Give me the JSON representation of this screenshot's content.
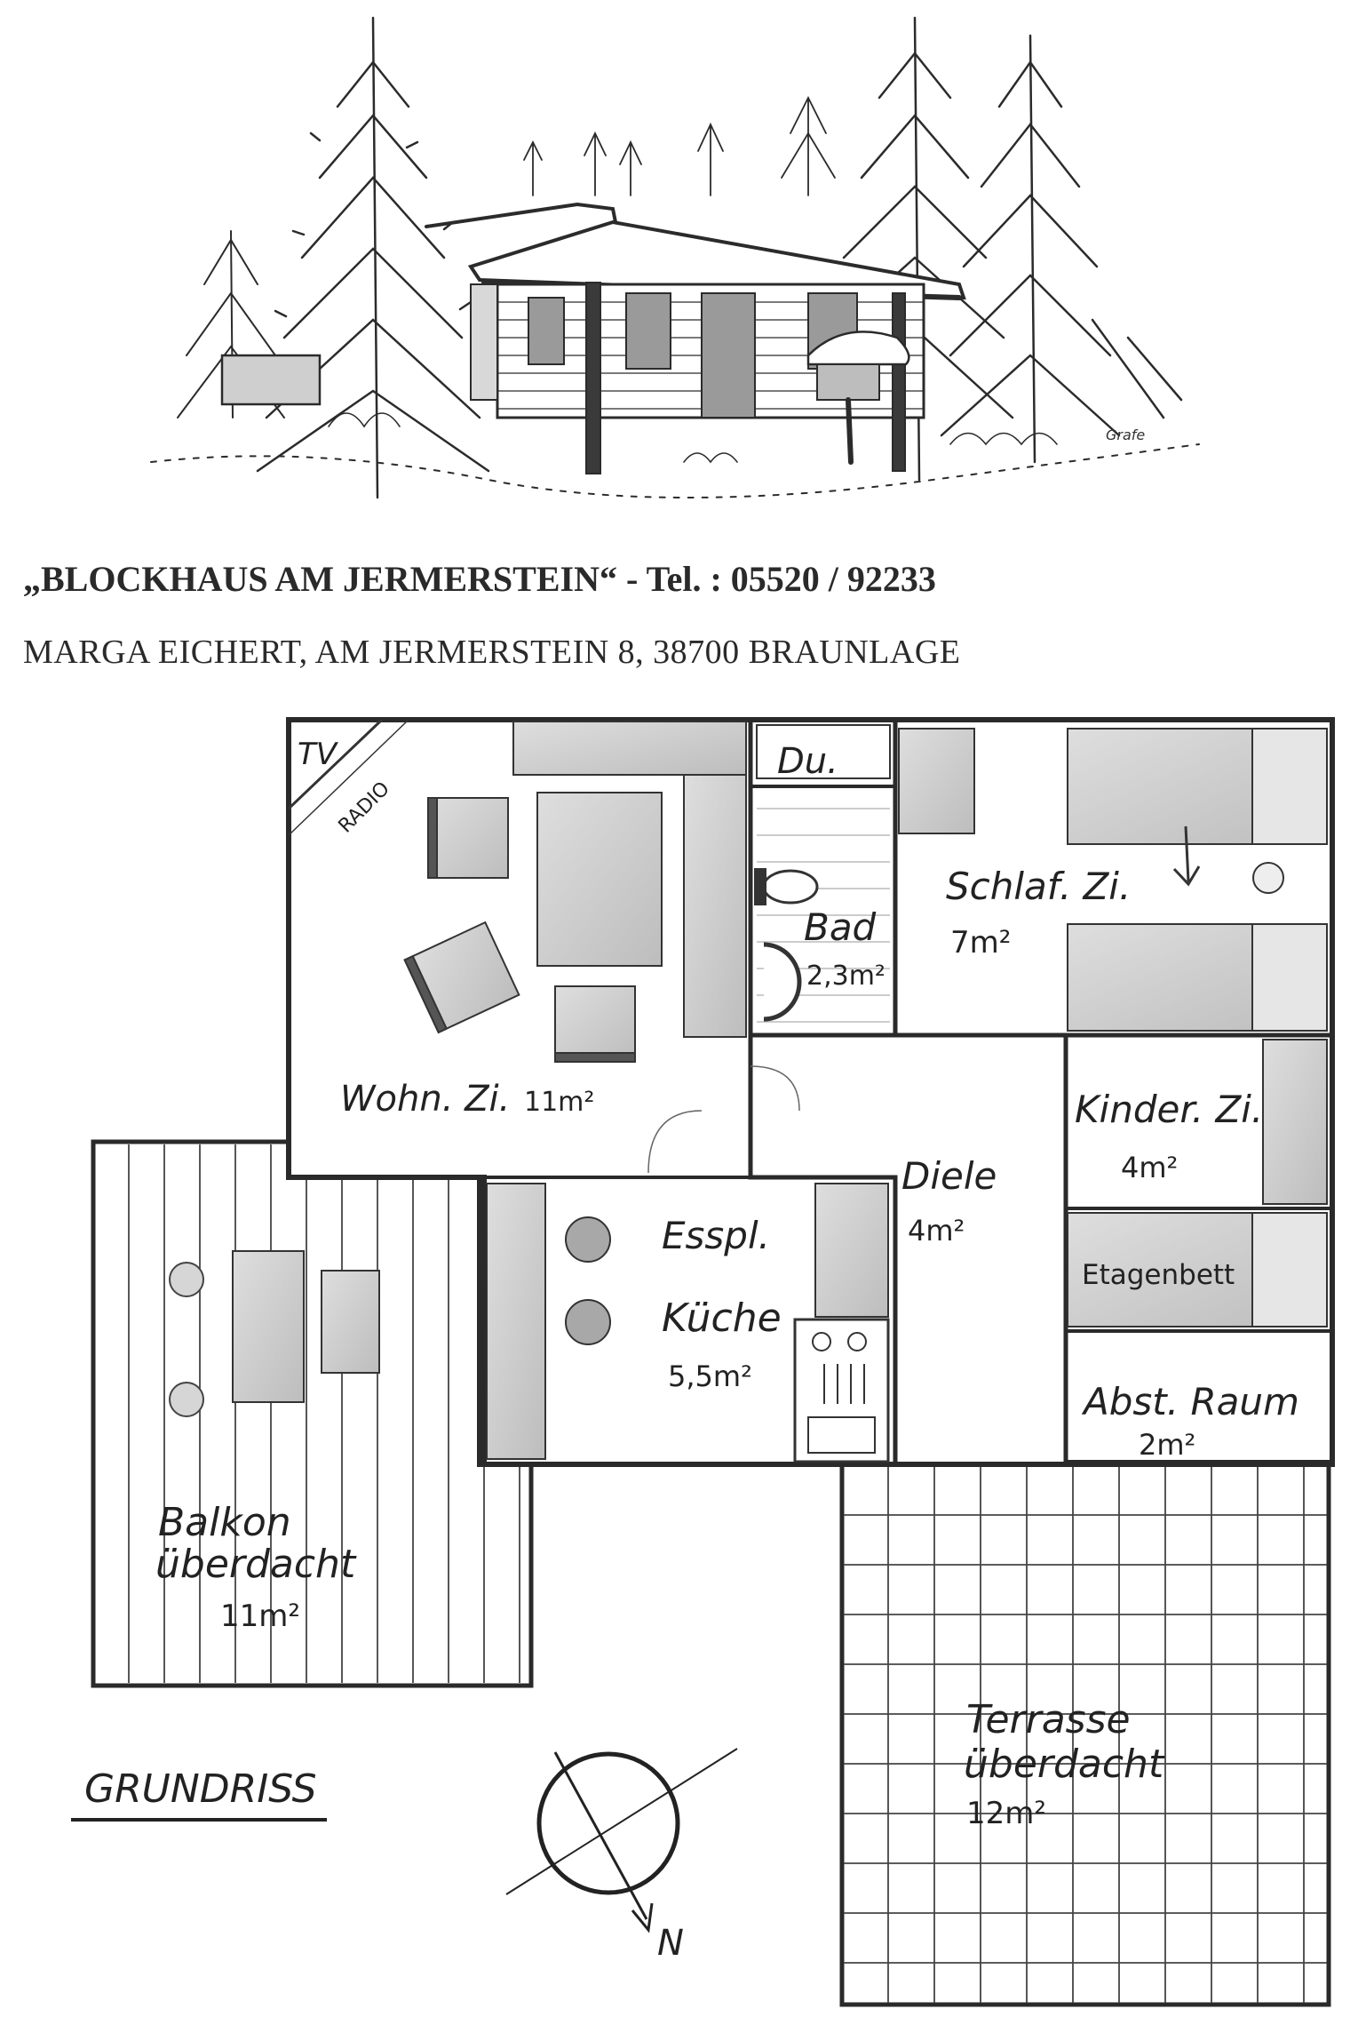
{
  "header": {
    "title": "„BLOCKHAUS AM JERMERSTEIN“  -  Tel. : 05520 / 92233",
    "address": "MARGA EICHERT, AM JERMERSTEIN 8, 38700 BRAUNLAGE"
  },
  "illustration": {
    "signature": "Grafe"
  },
  "floorplan": {
    "tv_label": "TV",
    "radio_label": "RADIO",
    "rooms": {
      "shower": {
        "name": "Du."
      },
      "bath": {
        "name": "Bad",
        "area": "2,3m²"
      },
      "bedroom": {
        "name": "Schlaf. Zi.",
        "area": "7m²"
      },
      "living": {
        "name": "Wohn. Zi.",
        "area": "11m²"
      },
      "kids": {
        "name": "Kinder. Zi.",
        "area": "4m²"
      },
      "bunk": {
        "name": "Etagenbett"
      },
      "hall": {
        "name": "Diele",
        "area": "4m²"
      },
      "dining": {
        "name": "Esspl."
      },
      "kitchen": {
        "name": "Küche",
        "area": "5,5m²"
      },
      "storage": {
        "name": "Abst. Raum",
        "area": "2m²"
      },
      "balcony": {
        "name1": "Balkon",
        "name2": "überdacht",
        "area": "11m²"
      },
      "terrace": {
        "name1": "Terrasse",
        "name2": "überdacht",
        "area": "12m²"
      }
    },
    "plan_title": "GRUNDRISS",
    "north_label": "N"
  },
  "colors": {
    "ink": "#222222",
    "furniture": "#d2d2d2",
    "furniture_dark": "#b8b8b8"
  }
}
